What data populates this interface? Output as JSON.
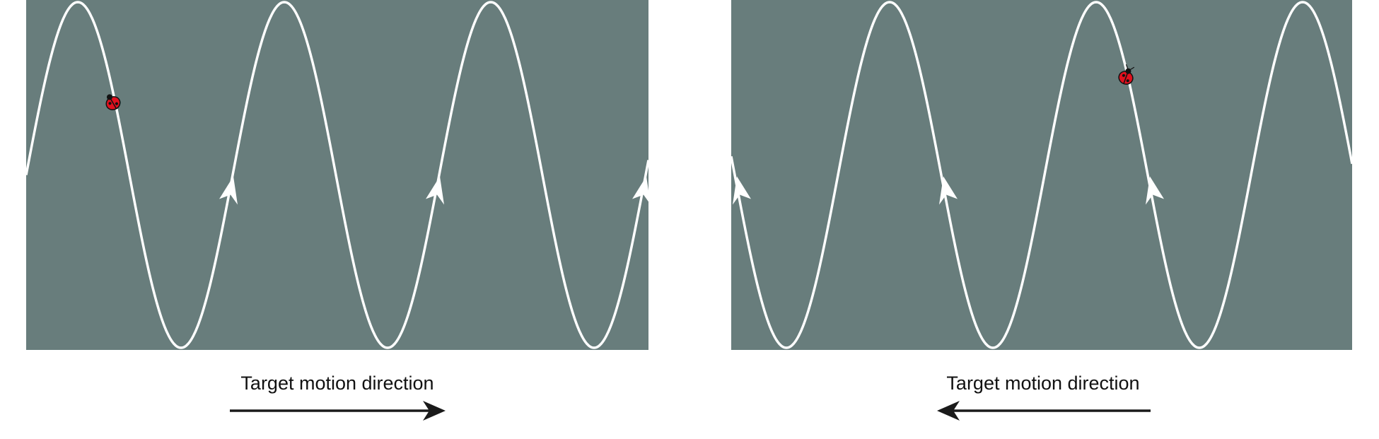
{
  "colors": {
    "panel_fill": "#687d7c",
    "curve_stroke": "#ffffff",
    "arrow_color": "#1a1a1a",
    "ladybug_red": "#e0101e",
    "ladybug_black": "#111111",
    "background": "#ffffff"
  },
  "panels": [
    {
      "id": "left",
      "caption": "Target motion direction",
      "direction": "right",
      "ladybug_icon": "ladybug-icon"
    },
    {
      "id": "right",
      "caption": "Target motion direction",
      "direction": "left",
      "ladybug_icon": "ladybug-icon"
    }
  ]
}
